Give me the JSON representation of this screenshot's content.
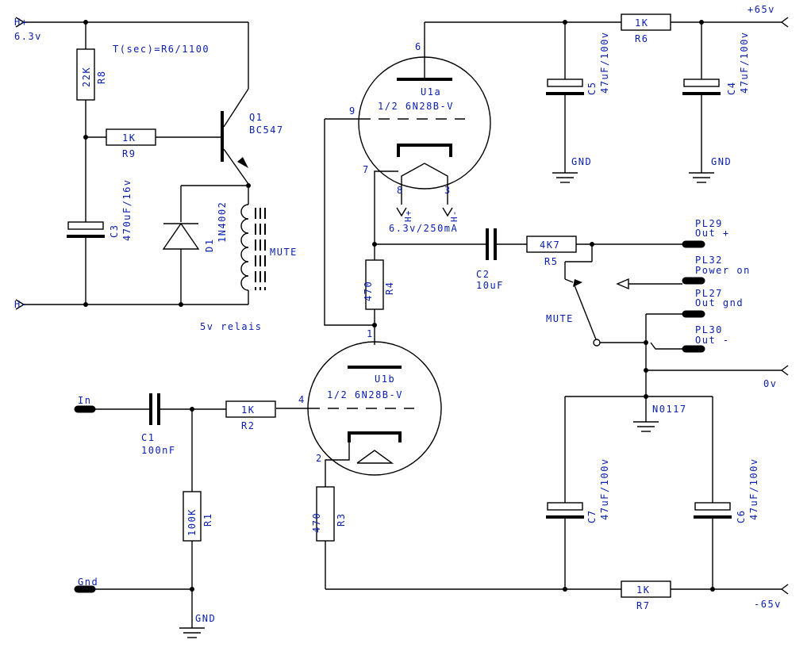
{
  "labels": {
    "h_plus": "H+",
    "h_plus_v": "6.3v",
    "h_minus": "H-",
    "timing": "T(sec)=R6/1100",
    "q1": "Q1",
    "q1_part": "BC547",
    "r8_ref": "R8",
    "r8_val": "22K",
    "r9_ref": "R9",
    "r9_val": "1K",
    "c3_ref": "C3",
    "c3_val": "470uF/16v",
    "d1_ref": "D1",
    "d1_part": "1N4002",
    "mute_relay": "MUTE",
    "relay_label": "5v relais",
    "u1a_ref": "U1a",
    "u1a_part": "1/2 6N28B-V",
    "u1b_ref": "U1b",
    "u1b_part": "1/2 6N28B-V",
    "pin6": "6",
    "pin9": "9",
    "pin7": "7",
    "pin8": "8",
    "pin3": "3",
    "pin1": "1",
    "pin4": "4",
    "pin2": "2",
    "heater_hp": "H+",
    "heater_hm": "H-",
    "heater_spec": "6.3v/250mA",
    "r4_ref": "R4",
    "r4_val": "470",
    "r3_ref": "R3",
    "r3_val": "470",
    "c2_ref": "C2",
    "c2_val": "10uF",
    "r5_ref": "R5",
    "r5_val": "4K7",
    "mute_switch": "MUTE",
    "plus65": "+65v",
    "minus65": "-65v",
    "zero_v": "0v",
    "r6_ref": "R6",
    "r6_val": "1K",
    "r7_ref": "R7",
    "r7_val": "1K",
    "c5_ref": "C5",
    "c5_val": "47uF/100v",
    "c4_ref": "C4",
    "c4_val": "47uF/100v",
    "c7_ref": "C7",
    "c7_val": "47uF/100v",
    "c6_ref": "C6",
    "c6_val": "47uF/100v",
    "gnd": "GND",
    "node": "N0117",
    "pl29": "PL29",
    "pl29_name": "Out +",
    "pl32": "PL32",
    "pl32_name": "Power on",
    "pl27": "PL27",
    "pl27_name": "Out gnd",
    "pl30": "PL30",
    "pl30_name": "Out -",
    "in": "In",
    "gnd_pad": "Gnd",
    "c1_ref": "C1",
    "c1_val": "100nF",
    "r2_ref": "R2",
    "r2_val": "1K",
    "r1_ref": "R1",
    "r1_val": "100K"
  },
  "colors": {
    "ink": "#000000",
    "label_blue": "#0b20b0"
  }
}
